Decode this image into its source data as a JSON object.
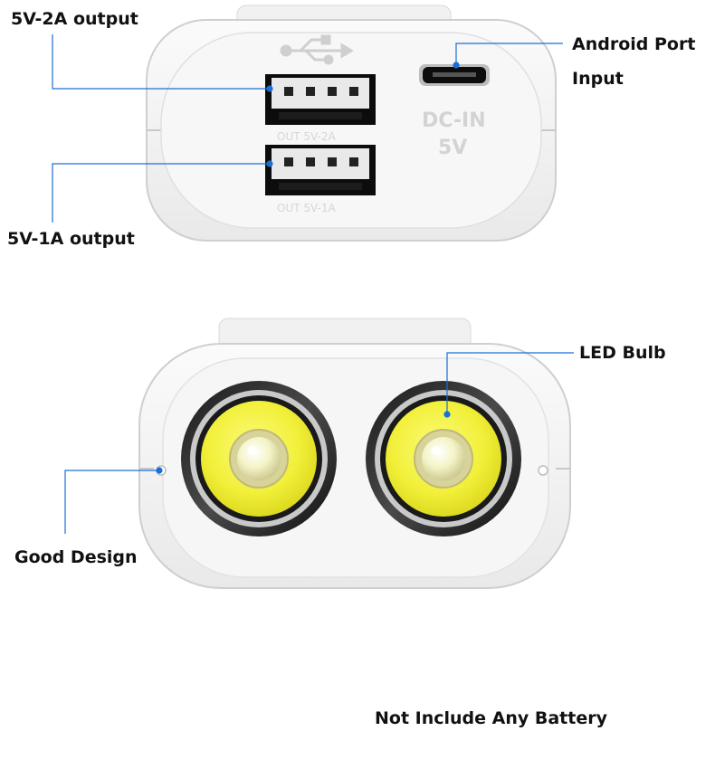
{
  "labels": {
    "out_2a": "5V-2A output",
    "android_port": "Android Port",
    "input": "Input",
    "out_1a": "5V-1A output",
    "led_bulb": "LED Bulb",
    "good_design": "Good Design",
    "no_battery": "Not Include Any Battery"
  },
  "engravings": {
    "port_out_2a": "OUT 5V-2A",
    "port_out_1a": "OUT 5V-1A",
    "dc_in": "DC-IN",
    "dc_volt": "5V"
  },
  "icons": [
    "usb-icon",
    "usb-a-port-icon",
    "micro-usb-port-icon",
    "led-lamp-icon"
  ],
  "colors": {
    "callout_line": "#1a6fd6",
    "led_yellow": "#f2f03a",
    "device_body": "#f4f4f4"
  }
}
